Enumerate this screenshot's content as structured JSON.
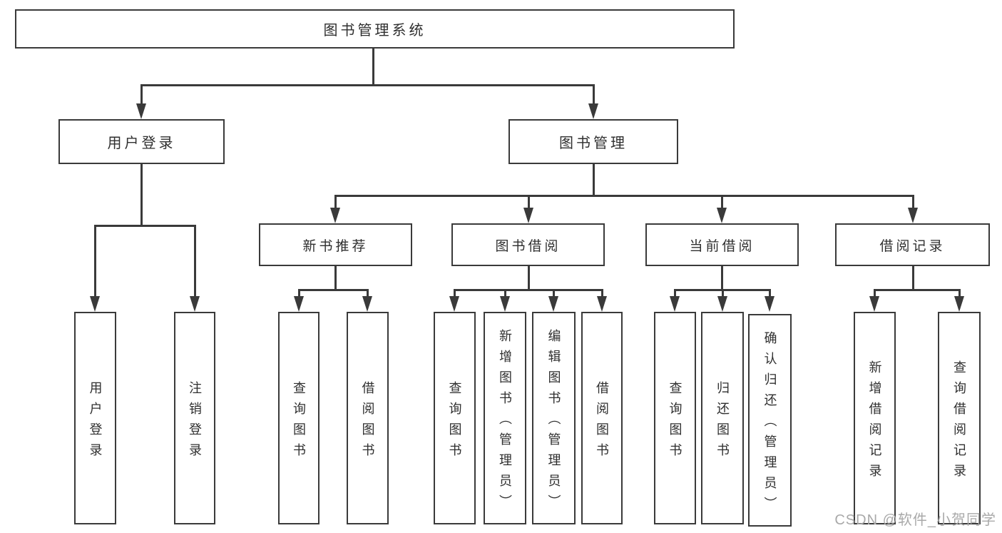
{
  "diagram": {
    "title": "图书管理系统",
    "root": {
      "label": "图书管理系统"
    },
    "branches": [
      {
        "label": "用户登录",
        "children": [
          {
            "label": "用户登录"
          },
          {
            "label": "注销登录"
          }
        ]
      },
      {
        "label": "图书管理",
        "children": [
          {
            "label": "新书推荐",
            "children": [
              {
                "label": "查询图书"
              },
              {
                "label": "借阅图书"
              }
            ]
          },
          {
            "label": "图书借阅",
            "children": [
              {
                "label": "查询图书"
              },
              {
                "label": "新增图书（管理员）"
              },
              {
                "label": "编辑图书（管理员）"
              },
              {
                "label": "借阅图书"
              }
            ]
          },
          {
            "label": "当前借阅",
            "children": [
              {
                "label": "查询图书"
              },
              {
                "label": "归还图书"
              },
              {
                "label": "确认归还（管理员）"
              }
            ]
          },
          {
            "label": "借阅记录",
            "children": [
              {
                "label": "新增借阅记录"
              },
              {
                "label": "查询借阅记录"
              }
            ]
          }
        ]
      }
    ]
  },
  "watermark": {
    "text": "CSDN @软件_小贺同学"
  },
  "colors": {
    "line": "#3a3a3a",
    "text": "#2f2f2f",
    "background": "#ffffff",
    "watermark": "#a9a9a9"
  }
}
